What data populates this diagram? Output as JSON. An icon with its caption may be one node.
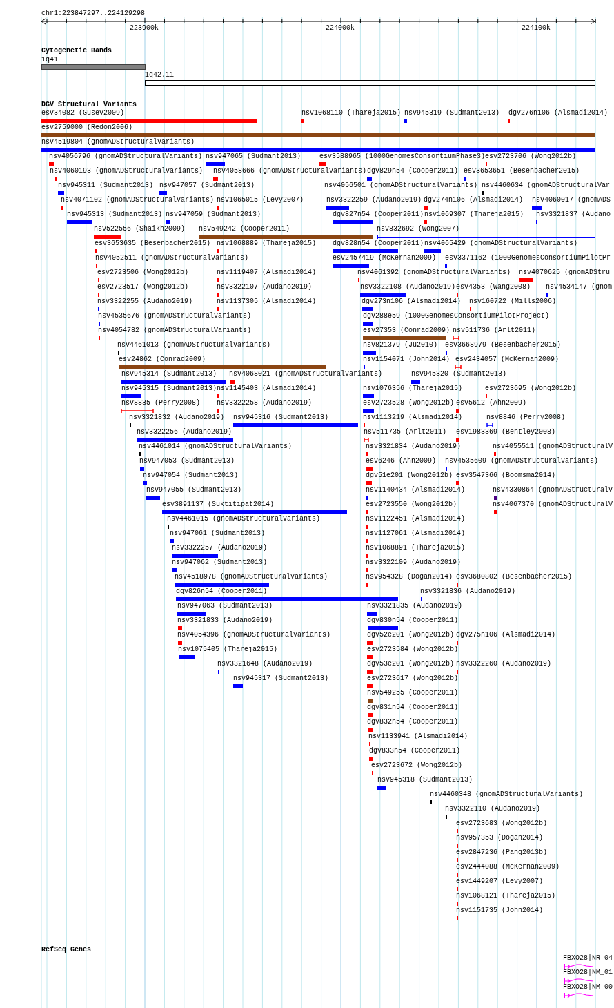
{
  "diagram": {
    "labels": [
      "chr1:223847297..224129298",
      "223900k",
      "224000k",
      "224100k",
      "Cytogenetic Bands",
      "1q41",
      "1q42.11",
      "DGV Structural Variants",
      "esv34082 (Gusev2009)",
      "nsv1068110 (Thareja2015)",
      "nsv945319 (Sudmant2013)",
      "dgv276n106 (Alsmadi2014)",
      "esv2759000 (Redon2006)",
      "nsv4519804 (gnomADStructuralVariants)",
      "nsv4056796 (gnomADStructuralVariants)",
      "nsv947065 (Sudmant2013)",
      "esv3588965 (1000GenomesConsortiumPhase3)",
      "esv2723706 (Wong2012b)",
      "nsv4060193 (gnomADStructuralVariants)",
      "nsv4058666 (gnomADStructuralVariants)",
      "dgv829n54 (Cooper2011)",
      "esv3653651 (Besenbacher2015)",
      "nsv945311 (Sudmant2013)",
      "nsv947057 (Sudmant2013)",
      "nsv4056501 (gnomADStructuralVariants)",
      "nsv4460634 (gnomADStructuralVar",
      "nsv4071102 (gnomADStructuralVariants)",
      "nsv1065015 (Levy2007)",
      "nsv3322259 (Audano2019)",
      "dgv274n106 (Alsmadi2014)",
      "nsv4060017 (gnomADS",
      "nsv945313 (Sudmant2013)",
      "nsv947059 (Sudmant2013)",
      "dgv827n54 (Cooper2011)",
      "nsv1069307 (Thareja2015)",
      "nsv3321837 (Audano",
      "nsv522556 (Shaikh2009)",
      "nsv549242 (Cooper2011)",
      "nsv832692 (Wong2007)",
      "esv3653635 (Besenbacher2015)",
      "nsv1068889 (Thareja2015)",
      "dgv828n54 (Cooper2011)",
      "nsv4065429 (gnomADStructuralVariants)",
      "nsv4052511 (gnomADStructuralVariants)",
      "esv2457419 (McKernan2009)",
      "esv3371162 (1000GenomesConsortiumPilotPr",
      "esv2723506 (Wong2012b)",
      "nsv1119407 (Alsmadi2014)",
      "nsv4061392 (gnomADStructuralVariants)",
      "nsv4070625 (gnomADStru",
      "esv2723517 (Wong2012b)",
      "nsv3322107 (Audano2019)",
      "nsv3322108 (Audano2019)",
      "esv4353 (Wang2008)",
      "nsv4534147 (gnom",
      "nsv3322255 (Audano2019)",
      "nsv1137305 (Alsmadi2014)",
      "dgv273n106 (Alsmadi2014)",
      "nsv160722 (Mills2006)",
      "nsv4535676 (gnomADStructuralVariants)",
      "dgv288e59 (1000GenomesConsortiumPilotProject)",
      "nsv4054782 (gnomADStructuralVariants)",
      "esv27353 (Conrad2009)",
      "nsv511736 (Arlt2011)",
      "nsv4461013 (gnomADStructuralVariants)",
      "nsv821379 (Ju2010)",
      "esv3668979 (Besenbacher2015)",
      "esv24862 (Conrad2009)",
      "nsv1154071 (John2014)",
      "esv2434057 (McKernan2009)",
      "nsv945314 (Sudmant2013)",
      "nsv4068021 (gnomADStructuralVariants)",
      "nsv945320 (Sudmant2013)",
      "nsv945315 (Sudmant2013)",
      "nsv1145403 (Alsmadi2014)",
      "nsv1076356 (Thareja2015)",
      "esv2723695 (Wong2012b)",
      "nsv8835 (Perry2008)",
      "nsv3322258 (Audano2019)",
      "esv2723528 (Wong2012b)",
      "esv5612 (Ahn2009)",
      "nsv3321832 (Audano2019)",
      "nsv945316 (Sudmant2013)",
      "nsv1113219 (Alsmadi2014)",
      "nsv8846 (Perry2008)",
      "nsv3322256 (Audano2019)",
      "nsv511735 (Arlt2011)",
      "esv1983369 (Bentley2008)",
      "nsv4461014 (gnomADStructuralVariants)",
      "nsv3321834 (Audano2019)",
      "nsv4055511 (gnomADStructuralV",
      "nsv947053 (Sudmant2013)",
      "esv6246 (Ahn2009)",
      "nsv4535609 (gnomADStructuralVariants)",
      "nsv947054 (Sudmant2013)",
      "dgv51e201 (Wong2012b)",
      "esv3547366 (Boomsma2014)",
      "nsv947055 (Sudmant2013)",
      "nsv1140434 (Alsmadi2014)",
      "nsv4330864 (gnomADStructuralV",
      "esv3891137 (Suktitipat2014)",
      "esv2723550 (Wong2012b)",
      "nsv4067370 (gnomADStructuralV",
      "nsv4461015 (gnomADStructuralVariants)",
      "nsv1122451 (Alsmadi2014)",
      "nsv947061 (Sudmant2013)",
      "nsv1127061 (Alsmadi2014)",
      "nsv3322257 (Audano2019)",
      "nsv1068891 (Thareja2015)",
      "nsv947062 (Sudmant2013)",
      "nsv3322109 (Audano2019)",
      "nsv4518978 (gnomADStructuralVariants)",
      "nsv954328 (Dogan2014)",
      "esv3680802 (Besenbacher2015)",
      "dgv826n54 (Cooper2011)",
      "nsv3321836 (Audano2019)",
      "nsv947063 (Sudmant2013)",
      "nsv3321835 (Audano2019)",
      "nsv3321833 (Audano2019)",
      "dgv830n54 (Cooper2011)",
      "nsv4054396 (gnomADStructuralVariants)",
      "dgv52e201 (Wong2012b)",
      "dgv275n106 (Alsmadi2014)",
      "nsv1075405 (Thareja2015)",
      "esv2723584 (Wong2012b)",
      "nsv3321648 (Audano2019)",
      "dgv53e201 (Wong2012b)",
      "nsv3322260 (Audano2019)",
      "nsv945317 (Sudmant2013)",
      "esv2723617 (Wong2012b)",
      "nsv549255 (Cooper2011)",
      "dgv831n54 (Cooper2011)",
      "dgv832n54 (Cooper2011)",
      "nsv1133941 (Alsmadi2014)",
      "dgv833n54 (Cooper2011)",
      "esv2723672 (Wong2012b)",
      "nsv945318 (Sudmant2013)",
      "nsv4460348 (gnomADStructuralVariants)",
      "nsv3322110 (Audano2019)",
      "esv2723683 (Wong2012b)",
      "nsv957353 (Dogan2014)",
      "esv2847236 (Pang2013b)",
      "esv2444088 (McKernan2009)",
      "esv1449207 (Levy2007)",
      "nsv1068121 (Thareja2015)",
      "nsv1151735 (John2014)",
      "RefSeq Genes",
      "FBXO28|NR_04",
      "FBXO28|NM_01",
      "FBXO28|NM_00"
    ]
  }
}
